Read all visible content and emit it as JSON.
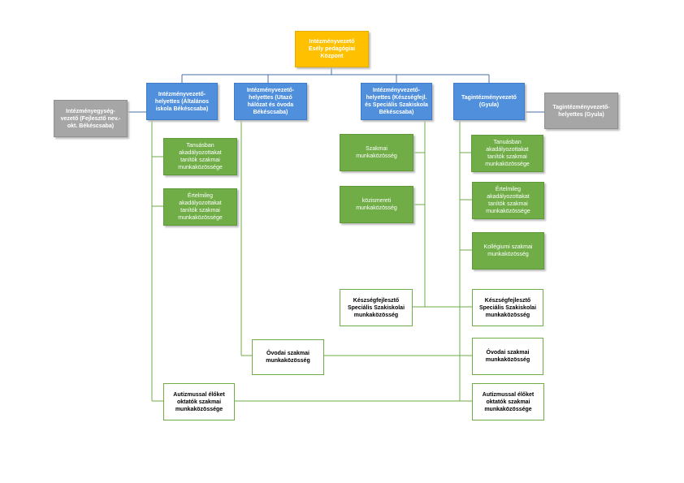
{
  "nodes": {
    "root": "Intézményvezető\nEsély pedagógiai\nKözpont",
    "deputy1": "Intézményvezető-\nhelyettes (Általános\niskola Békéscsaba)",
    "deputy2": "Intézményvezető-\nhelyettes (Utazó\nhálózat és óvoda\nBékéscsaba)",
    "deputy3": "Intézményvezető-\nhelyettes (Készségfejl.\nés Speciális Szakiskola\nBékéscsaba)",
    "deputy4": "Tagintézményvezető\n(Gyula)",
    "unit_head": "Intézményegység-\nvezető (Fejlesztő nev.-\nokt. Békéscsaba)",
    "member_deputy": "Tagintézményvezető-\nhelyettes (Gyula)",
    "g_tanulasban_1": "Tanuásban\nakadályozottakat\ntanítók szakmai\nmunkaközössége",
    "g_ertelmileg_1": "Értelmileg\nakadályozottakat\ntanítók szakmai\nmunkaközössége",
    "g_szakmai": "Szakmai\nmunkaközösség",
    "g_kozismereti": "közismereti\nmunkaközösség",
    "g_tanulasban_2": "Tanuásban\nakadályozottakat\ntanítók szakmai\nmunkaközössége",
    "g_ertelmileg_2": "Értelmileg\nakadályozottakat\ntanítók szakmai\nmunkaközössége",
    "g_kollegiumi": "Kollégiumi szakmai\nmunkaközösség",
    "w_keszseg_1": "Készségfejlesztő\nSpeciális Szakiskolai\nmunkaközösség",
    "w_keszseg_2": "Készségfejlesztő\nSpeciális Szakiskolai\nmunkaközösség",
    "w_ovodai_1": "Óvodai szakmai\nmunkaközösség",
    "w_ovodai_2": "Óvodai szakmai\nmunkaközösség",
    "w_autizmus_1": "Autizmussal élőket\noktatók szakmai\nmunkaközössége",
    "w_autizmus_2": "Autizmussal élőket\noktatók szakmai\nmunkaközössége"
  },
  "colors": {
    "root": "#ffc000",
    "deputy": "#4f8fdc",
    "gray": "#a6a6a6",
    "green": "#70ad47",
    "line": "#70ad47",
    "connector": "#4a6fa5"
  }
}
